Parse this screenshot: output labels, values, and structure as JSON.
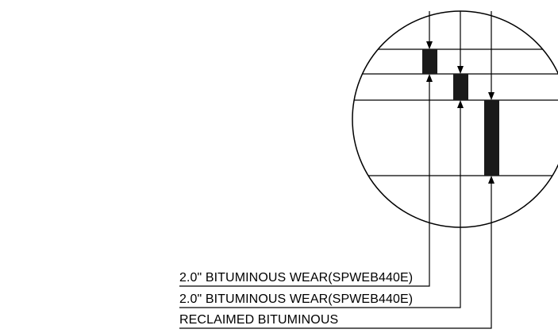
{
  "callouts": [
    {
      "label": "2.0\" BITUMINOUS WEAR(SPWEB440E)"
    },
    {
      "label": "2.0\" BITUMINOUS WEAR(SPWEB440E)"
    },
    {
      "label": "RECLAIMED BITUMINOUS"
    }
  ],
  "colors": {
    "line": "#000000",
    "layer_fill": "#1a1a1a",
    "background": "#ffffff"
  }
}
